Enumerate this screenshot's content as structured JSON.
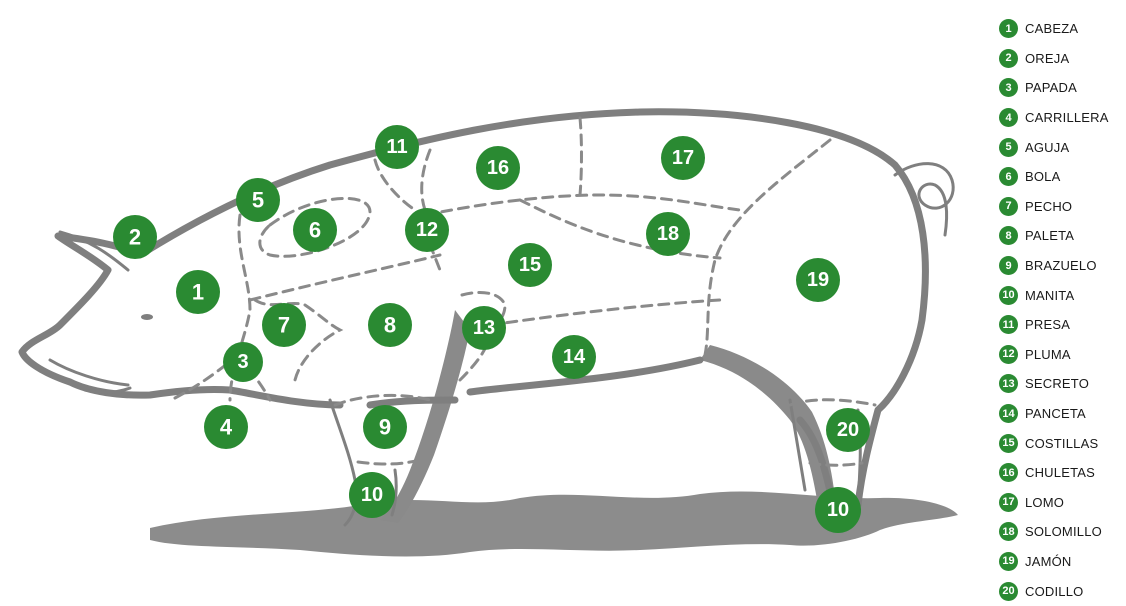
{
  "cuts": [
    {
      "number": "1",
      "name": "CABEZA"
    },
    {
      "number": "2",
      "name": "OREJA"
    },
    {
      "number": "3",
      "name": "PAPADA"
    },
    {
      "number": "4",
      "name": "CARRILLERA"
    },
    {
      "number": "5",
      "name": "AGUJA"
    },
    {
      "number": "6",
      "name": "BOLA"
    },
    {
      "number": "7",
      "name": "PECHO"
    },
    {
      "number": "8",
      "name": "PALETA"
    },
    {
      "number": "9",
      "name": "BRAZUELO"
    },
    {
      "number": "10",
      "name": "MANITA"
    },
    {
      "number": "11",
      "name": "PRESA"
    },
    {
      "number": "12",
      "name": "PLUMA"
    },
    {
      "number": "13",
      "name": "SECRETO"
    },
    {
      "number": "14",
      "name": "PANCETA"
    },
    {
      "number": "15",
      "name": "COSTILLAS"
    },
    {
      "number": "16",
      "name": "CHULETAS"
    },
    {
      "number": "17",
      "name": "LOMO"
    },
    {
      "number": "18",
      "name": "SOLOMILLO"
    },
    {
      "number": "19",
      "name": "JAMÓN"
    },
    {
      "number": "20",
      "name": "CODILLO"
    }
  ],
  "diagram_markers": [
    "1",
    "2",
    "3",
    "4",
    "5",
    "6",
    "7",
    "8",
    "9",
    "10",
    "11",
    "12",
    "13",
    "14",
    "15",
    "16",
    "17",
    "18",
    "19",
    "20",
    "10"
  ],
  "colors": {
    "accent": "#2a8a32",
    "outline": "#7f7f7f",
    "label_text": "#1a1a1a"
  }
}
